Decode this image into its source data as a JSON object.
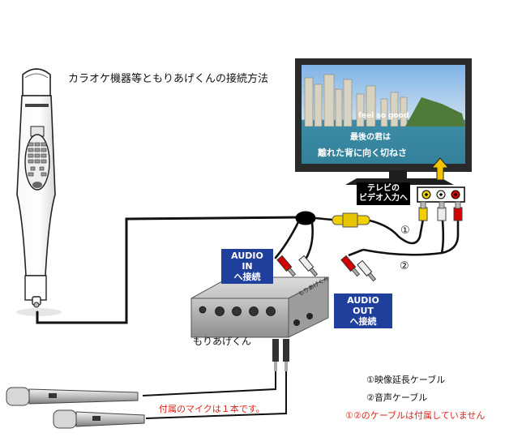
{
  "title": "カラオケ機器等ともりあげくんの接続方法",
  "tv": {
    "lyric_line1": "feel so good",
    "lyric_line2": "最後の君は",
    "lyric_line3": "離れた背に向く切ねさ",
    "input_label_line1": "テレビの",
    "input_label_line2": "ビデオ入力へ"
  },
  "audio_in": {
    "line1": "AUDIO IN",
    "line2": "へ接続"
  },
  "audio_out": {
    "line1": "AUDIO OUT",
    "line2": "へ接続"
  },
  "device": {
    "name": "もりあげくん",
    "brand": "もりあげくん"
  },
  "cable_markers": {
    "one": "①",
    "two": "②"
  },
  "legend": {
    "item1": "①映像延長ケーブル",
    "item2": "②音声ケーブル",
    "note": "①②のケーブルは付属していません"
  },
  "mic_note": "付属のマイクは１本です。",
  "colors": {
    "tag_blue": "#1f3f9c",
    "red_text": "#e0231c",
    "jack_yellow": "#f2d000",
    "jack_red": "#d40000",
    "jack_white": "#f0f0f0"
  }
}
